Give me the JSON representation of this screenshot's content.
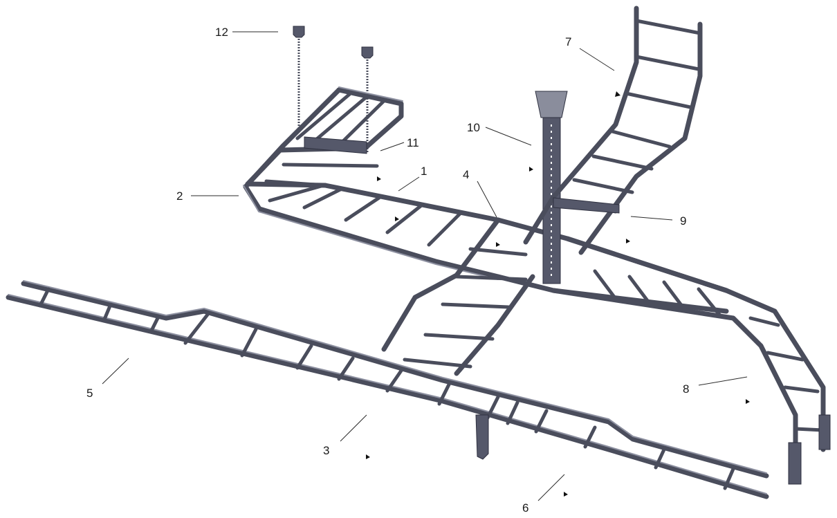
{
  "figure": {
    "colors": {
      "steel_dark": "#4a4d5c",
      "steel_highlight": "#8d90a0",
      "line": "#2a2a2a",
      "text": "#1a1a1a",
      "background": "#ffffff"
    },
    "callouts": [
      {
        "id": "1",
        "label": "1"
      },
      {
        "id": "2",
        "label": "2"
      },
      {
        "id": "3",
        "label": "3"
      },
      {
        "id": "4",
        "label": "4"
      },
      {
        "id": "5",
        "label": "5"
      },
      {
        "id": "6",
        "label": "6"
      },
      {
        "id": "7",
        "label": "7"
      },
      {
        "id": "8",
        "label": "8"
      },
      {
        "id": "9",
        "label": "9"
      },
      {
        "id": "10",
        "label": "10"
      },
      {
        "id": "11",
        "label": "11"
      },
      {
        "id": "12",
        "label": "12"
      }
    ]
  }
}
